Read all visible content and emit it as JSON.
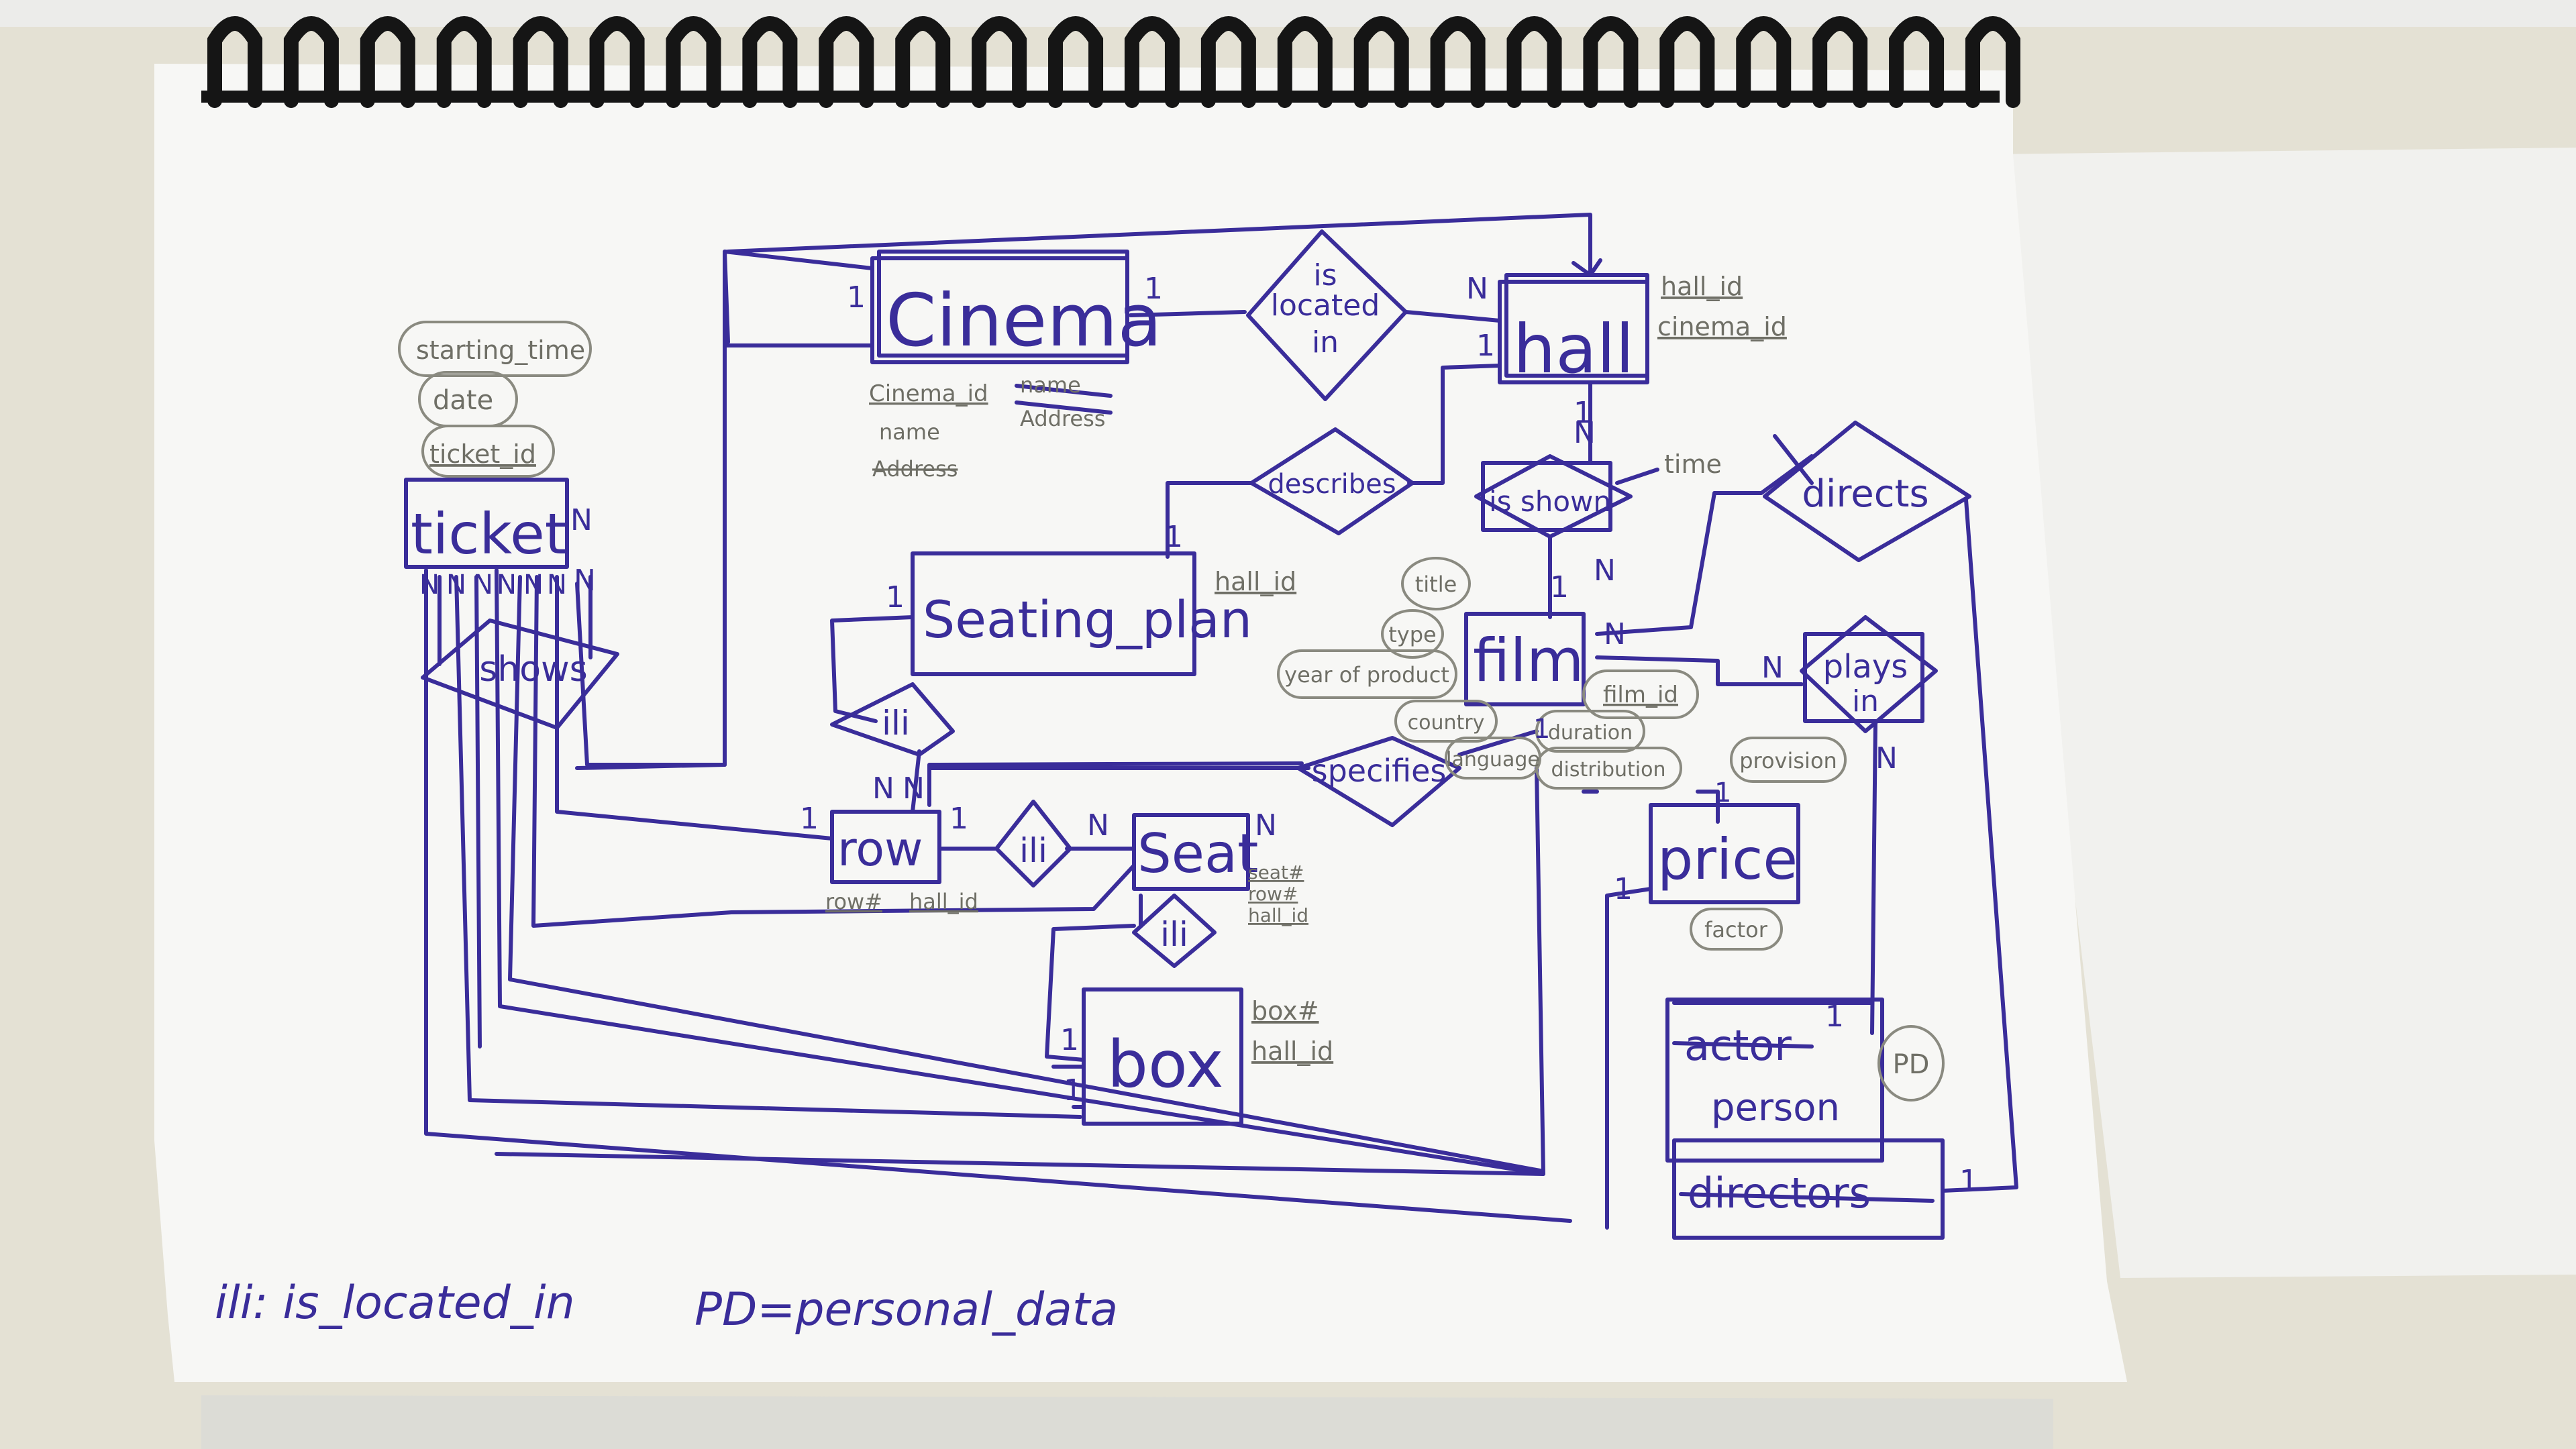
{
  "colors": {
    "ink": "#3a2d9a",
    "pencil": "#6f6f66",
    "paper": "#f7f7f5",
    "desk": "#e6e3d8",
    "binding": "#151515"
  },
  "entities": {
    "cinema": "Cinema",
    "hall": "hall",
    "ticket": "ticket",
    "seating_plan": "Seating_plan",
    "film": "film",
    "row": "row",
    "seat": "Seat",
    "box": "box",
    "price": "price",
    "actor": "actor",
    "person": "person",
    "directors": "directors"
  },
  "relationships": {
    "is_located_in": [
      "is",
      "located",
      "in"
    ],
    "describes": "describes",
    "is_shown": "is shown",
    "directs": "directs",
    "plays_in": [
      "plays",
      "in"
    ],
    "shows": "shows",
    "specifies": "specifies",
    "ili_seating": "ili",
    "ili_row_seat": "ili",
    "ili_seat_box": "ili"
  },
  "attributes": {
    "ticket": [
      "starting_time",
      "date",
      "ticket_id"
    ],
    "cinema": [
      "Cinema_id",
      "name",
      "Address",
      "name",
      "Address"
    ],
    "hall": [
      "hall_id",
      "cinema_id"
    ],
    "seating_plan": [
      "hall_id"
    ],
    "is_shown": [
      "time"
    ],
    "film": [
      "title",
      "type",
      "year of product",
      "country",
      "language",
      "duration",
      "distribution",
      "film_id"
    ],
    "row": [
      "row#",
      "hall_id"
    ],
    "seat": [
      "seat#",
      "row#",
      "hall_id"
    ],
    "box": [
      "box#",
      "hall_id"
    ],
    "price": [
      "provision",
      "factor"
    ],
    "person": [
      "PD"
    ]
  },
  "cardinalities": {
    "one": "1",
    "many": "N"
  },
  "legend": {
    "ili": "ili: is_located_in",
    "pd": "PD=personal_data"
  }
}
